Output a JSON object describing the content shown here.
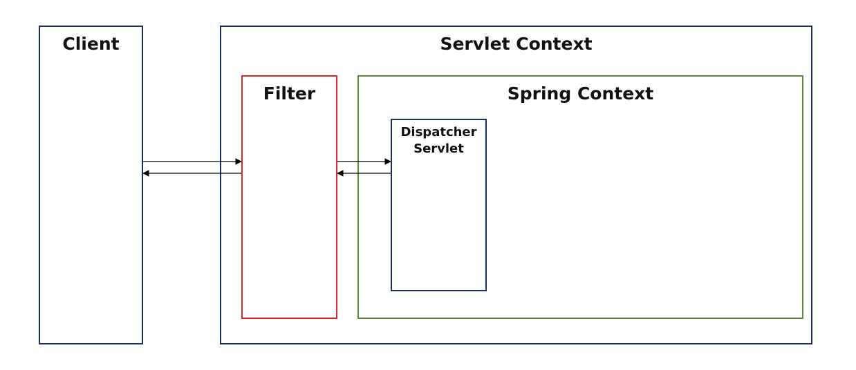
{
  "client": {
    "label": "Client"
  },
  "servlet_context": {
    "label": "Servlet Context"
  },
  "filter": {
    "label": "Filter"
  },
  "spring_context": {
    "label": "Spring Context"
  },
  "dispatcher_servlet": {
    "label": "Dispatcher\nServlet"
  },
  "colors": {
    "box_border": "#1f2d5a",
    "filter_border": "#e0262b",
    "spring_border": "#5a8a3a",
    "arrow": "#000000"
  }
}
